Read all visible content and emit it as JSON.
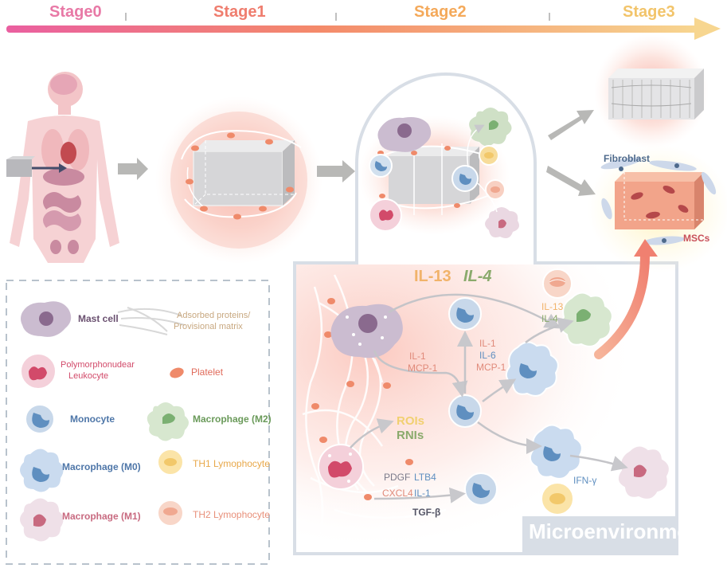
{
  "stages": [
    {
      "label": "Stage0",
      "color": "#e879a6"
    },
    {
      "label": "Stage1",
      "color": "#ef7d6e"
    },
    {
      "label": "Stage2",
      "color": "#f4a95a"
    },
    {
      "label": "Stage3",
      "color": "#f2c46a"
    }
  ],
  "stage3_labels": {
    "fibroblast": "Fibroblast",
    "mscs": "MSCs"
  },
  "microenvironment_label": "Microenvironment",
  "cytokines": {
    "il13_big": "IL-13",
    "il4_big": "IL-4",
    "il1_mcp1": [
      "IL-1",
      "MCP-1"
    ],
    "il1_il6_mcp1": [
      "IL-1",
      "IL-6",
      "MCP-1"
    ],
    "il13_il4_small": [
      "IL-13",
      "IL-4"
    ],
    "rois": "ROIs",
    "rnis": "RNIs",
    "pdgf": "PDGF",
    "ltb4": "LTB4",
    "cxcl4": "CXCL4",
    "il1": "IL-1",
    "tgfb": "TGF-β",
    "ifng": "IFN-γ"
  },
  "legend": {
    "mast_cell": "Mast cell",
    "adsorbed": [
      "Adsorbed proteins/",
      "Provisional matrix"
    ],
    "pmn": [
      "Polymorphonudear",
      "Leukocyte"
    ],
    "platelet": "Platelet",
    "monocyte": "Monocyte",
    "m2": "Macrophage (M2)",
    "m0": "Macrophage (M0)",
    "th1": "TH1 Lymophocyte",
    "m1": "Macrophage (M1)",
    "th2": "TH2 Lymophocyte"
  },
  "colors": {
    "timeline_start": "#ea5fa0",
    "timeline_mid": "#f48a6a",
    "timeline_end": "#f7d690",
    "mast": "#8a6a8e",
    "pmn": "#d24a6a",
    "platelet": "#ef8a6a",
    "monocyte": "#6c9ac2",
    "m2": "#7bb072",
    "m1": "#c86a80",
    "th1": "#f2c86a",
    "th2": "#f0a890",
    "cytokine_green": "#8aaa6c",
    "cytokine_orange": "#f1b36a",
    "cytokine_blue": "#5f8fc0",
    "cytokine_pink": "#e08a7a",
    "cytokine_gray": "#7a7a8a"
  }
}
